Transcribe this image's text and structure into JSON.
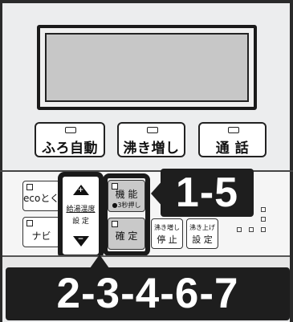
{
  "top_buttons": {
    "auto_bath": "ふろ自動",
    "reheat": "沸き増し",
    "call": "通 話"
  },
  "lower_buttons": {
    "eco": "ecoとく",
    "navi": "ナビ",
    "function": "機 能",
    "function_sub": "●3秒押し",
    "confirm": "確 定",
    "reheat_stop_top": "沸き増し",
    "reheat_stop": "停 止",
    "boil_set_top": "沸き上げ",
    "boil_set": "設 定"
  },
  "temperature_control": {
    "plus": "+",
    "minus": "−",
    "label1": "給湯温度",
    "label2": "設 定"
  },
  "callouts": {
    "top": "1-5",
    "bottom": "2-3-4-6-7"
  }
}
